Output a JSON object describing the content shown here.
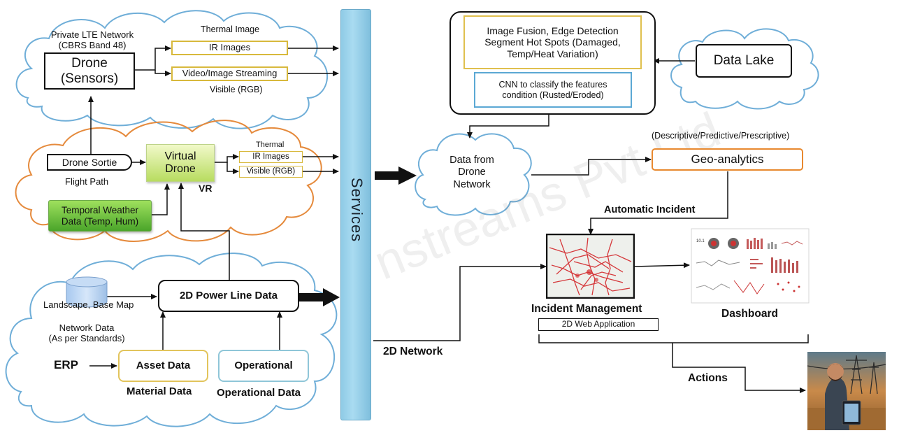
{
  "labels": {
    "private_lte": "Private LTE Network",
    "cbrs": "(CBRS Band 48)",
    "drone": "Drone",
    "sensors": "(Sensors)",
    "thermal_image": "Thermal Image",
    "ir_images": "IR Images",
    "video_streaming": "Video/Image Streaming",
    "visible_rgb": "Visible (RGB)",
    "drone_sortie": "Drone Sortie",
    "flight_path": "Flight Path",
    "virtual": "Virtual",
    "drone2": "Drone",
    "vr": "VR",
    "thermal_small": "Thermal",
    "ir_images_small": "IR Images",
    "visible_rgb_small": "Visible (RGB)",
    "weather_1": "Temporal Weather",
    "weather_2": "Data (Temp, Hum)",
    "landscape": "Landscape, Base Map",
    "network_data_1": "Network Data",
    "network_data_2": "(As per Standards)",
    "power_line": "2D Power Line Data",
    "erp": "ERP",
    "asset_data": "Asset Data",
    "material_data": "Material Data",
    "operational": "Operational",
    "operational_data": "Operational Data",
    "services": "Services",
    "fusion_1": "Image Fusion, Edge Detection",
    "fusion_2": "Segment Hot Spots (Damaged,",
    "fusion_3": "Temp/Heat Variation)",
    "cnn_1": "CNN to classify the features",
    "cnn_2": "condition (Rusted/Eroded)",
    "data_lake": "Data Lake",
    "analytics_types": "(Descriptive/Predictive/Prescriptive)",
    "data_from_1": "Data from",
    "data_from_2": "Drone",
    "data_from_3": "Network",
    "geo_analytics": "Geo-analytics",
    "automatic_incident": "Automatic Incident",
    "incident_management": "Incident Management",
    "web_app": "2D Web Application",
    "dashboard": "Dashboard",
    "network_2d": "2D Network",
    "actions": "Actions",
    "watermark": "nstreams Pvt Ltd"
  },
  "dashboard_tiles": {
    "header_value": "10.1"
  },
  "colors": {
    "cloud_blue": "#6faed8",
    "cloud_orange": "#e58a3c",
    "services_blue": "#9fd4ec",
    "yellow_border": "#d8b93c",
    "geo_orange": "#e8892f",
    "map_red": "#d3262a"
  }
}
